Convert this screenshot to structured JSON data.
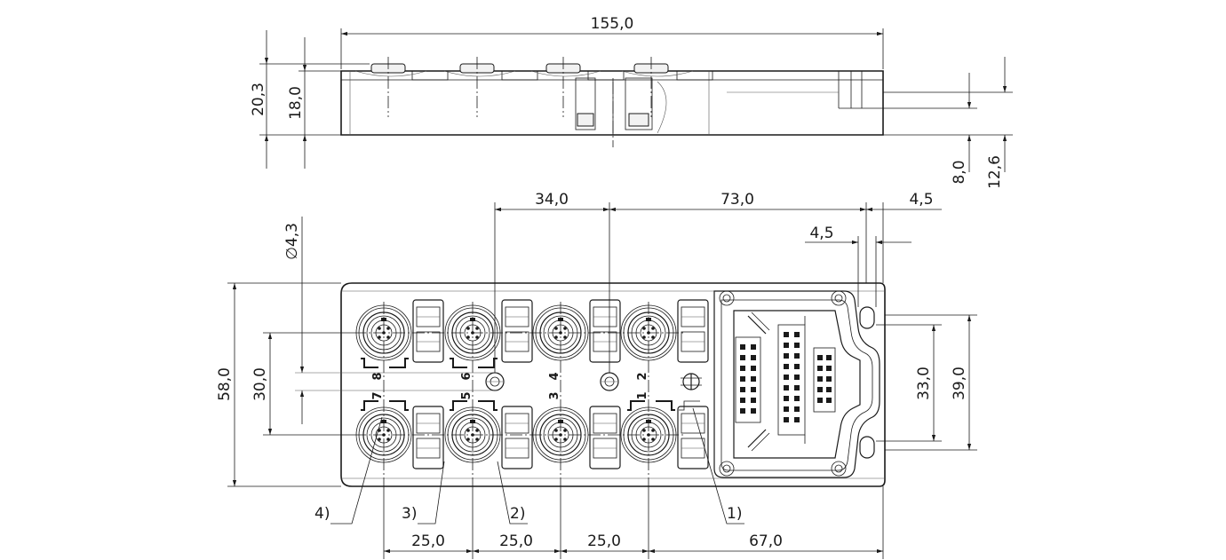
{
  "dimensions": {
    "overall_length": "155,0",
    "height_total": "20,3",
    "height_body": "18,0",
    "side_8": "8,0",
    "side_12_6": "12,6",
    "hole_spacing_34": "34,0",
    "span_73": "73,0",
    "edge_4_5_top": "4,5",
    "edge_4_5_mid": "4,5",
    "hole_diameter": "∅4,3",
    "width_58": "58,0",
    "pitch_30": "30,0",
    "slot_33": "33,0",
    "slot_39": "39,0",
    "pitch_25_a": "25,0",
    "pitch_25_b": "25,0",
    "pitch_25_c": "25,0",
    "span_67": "67,0"
  },
  "port_numbers": {
    "p1": "1",
    "p2": "2",
    "p3": "3",
    "p4": "4",
    "p5": "5",
    "p6": "6",
    "p7": "7",
    "p8": "8"
  },
  "callouts": {
    "c1": "1)",
    "c2": "2)",
    "c3": "3)",
    "c4": "4)"
  }
}
